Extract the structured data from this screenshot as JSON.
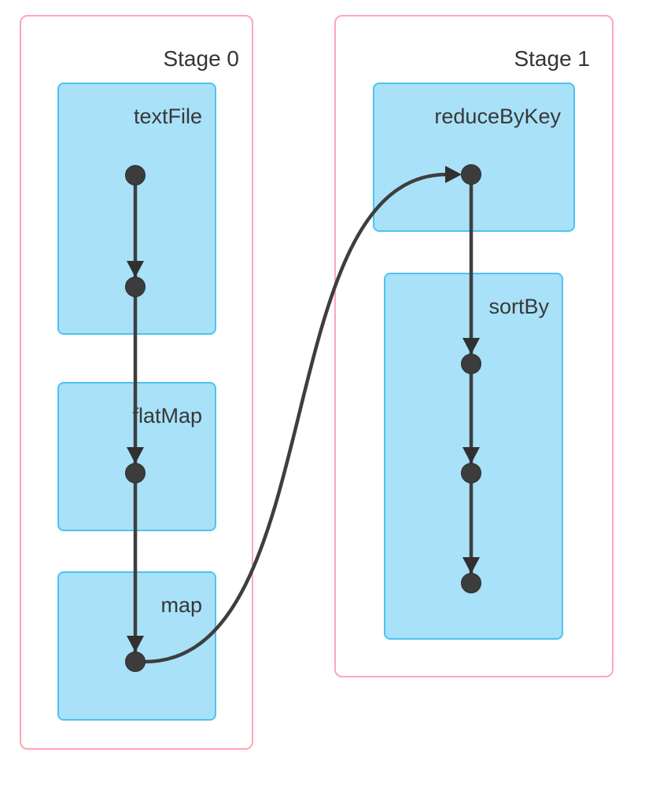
{
  "diagram": {
    "type": "dag",
    "stages": [
      {
        "label": "Stage 0",
        "operators": [
          {
            "label": "textFile",
            "rdd_dots": 2
          },
          {
            "label": "flatMap",
            "rdd_dots": 1
          },
          {
            "label": "map",
            "rdd_dots": 1
          }
        ]
      },
      {
        "label": "Stage 1",
        "operators": [
          {
            "label": "reduceByKey",
            "rdd_dots": 1
          },
          {
            "label": "sortBy",
            "rdd_dots": 3
          }
        ]
      }
    ],
    "edges": [
      {
        "from": "textFile.dot1",
        "to": "textFile.dot2",
        "type": "straight"
      },
      {
        "from": "textFile.dot2",
        "to": "flatMap.dot1",
        "type": "straight"
      },
      {
        "from": "flatMap.dot1",
        "to": "map.dot1",
        "type": "straight"
      },
      {
        "from": "map.dot1",
        "to": "reduceByKey.dot1",
        "type": "curve"
      },
      {
        "from": "reduceByKey.dot1",
        "to": "sortBy.dot1",
        "type": "straight"
      },
      {
        "from": "sortBy.dot1",
        "to": "sortBy.dot2",
        "type": "straight"
      },
      {
        "from": "sortBy.dot2",
        "to": "sortBy.dot3",
        "type": "straight"
      }
    ],
    "colors": {
      "background": "#FFFFFF",
      "stage_border": "#FFA6B8",
      "operator_fill": "#A8E1F8",
      "operator_border": "#4EC3F1",
      "edge": "#3E3E3E",
      "arrowhead": "#303030",
      "dot": "#3C3C3C",
      "label_text": "#383838"
    }
  }
}
